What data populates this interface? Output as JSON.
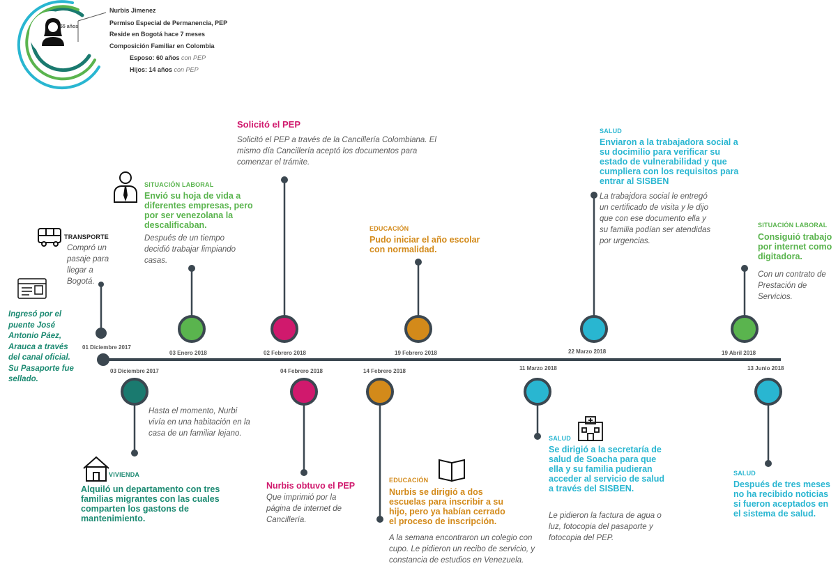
{
  "colors": {
    "green": "#5ab44e",
    "magenta": "#d0196d",
    "orange": "#d38a1a",
    "cyan": "#29b6d1",
    "teal": "#1a7a6f",
    "teal_text": "#1c8a72",
    "axis": "#3b4750"
  },
  "profile": {
    "age": "55 años",
    "name": "Nurbis Jimenez",
    "permit": "Permiso Especial de Permanencia, PEP",
    "residence": "Reside en Bogotá hace 7 meses",
    "family_title": "Composición Familiar en Colombia",
    "spouse": "Esposo: 60 años",
    "spouse_note": "con PEP",
    "children": "Hijos: 14 años",
    "children_note": "con PEP"
  },
  "events": {
    "entry": {
      "date": "01 Diciembre 2017",
      "body": "Ingresó por el puente José Antonio Páez, Arauca a través del canal oficial. Su Pasaporte fue sellado."
    },
    "transport": {
      "category": "TRANSPORTE",
      "body": "Compró un pasaje para llegar a Bogotá."
    },
    "housing": {
      "date": "03 Diciembre 2017",
      "body": "Hasta el momento, Nurbi vivía en una habitación en la casa de un familiar lejano.",
      "category": "VIVIENDA",
      "headline": "Alquiló un departamento con tres familias migrantes con las cuales comparten los gastons de mantenimiento."
    },
    "work1": {
      "date": "03 Enero 2018",
      "category": "SITUACIÓN LABORAL",
      "headline": "Envió su hoja de vida a diferentes empresas, pero por ser venezolana la descalificaban.",
      "body": "Después de un tiempo decidió trabajar limpiando casas."
    },
    "pep_request": {
      "date": "02 Febrero 2018",
      "headline": "Solicitó el PEP",
      "body": "Solicitó el PEP a través de la Cancillería Colombiana. El mismo día Cancillería aceptó los documentos para comenzar el trámite."
    },
    "pep_obtained": {
      "date": "04 Febrero 2018",
      "headline": "Nurbis obtuvo el PEP",
      "body": "Que imprimió por la página de internet de Cancillería."
    },
    "school_search": {
      "date": "14 Febrero 2018",
      "category": "EDUCACIÓN",
      "headline": "Nurbis se dirigió a dos escuelas para inscribir a su hijo, pero ya habían cerrado el proceso de inscripción.",
      "body": "A la semana encontraron un colegio con cupo. Le pidieron un recibo de servicio, y constancia de estudios en Venezuela."
    },
    "school_start": {
      "date": "19 Febrero 2018",
      "category": "EDUCACIÓN",
      "headline": "Pudo iniciar el año escolar con normalidad."
    },
    "health1": {
      "date": "11 Marzo 2018",
      "category": "SALUD",
      "headline": "Se dirigió a la secretaría de salud de Soacha para que ella y su familia pudieran acceder al servicio de salud a través del SISBEN.",
      "body": "Le pidieron la factura de agua o luz, fotocopia del pasaporte y fotocopia del PEP."
    },
    "health2": {
      "date": "22 Marzo 2018",
      "category": "SALUD",
      "headline": "Enviaron a la trabajadora social a su docimilio para verificar su estado de vulnerabilidad y que cumpliera con los requisitos para entrar al SISBEN",
      "body": "La trabajdora social le entregó un certificado de visita y le dijo que con ese documento ella y su familia podían ser atendidas por urgencias."
    },
    "work2": {
      "date": "19 Abril 2018",
      "category": "SITUACIÓN LABORAL",
      "headline": "Consiguió trabajo por internet como digitadora.",
      "body": "Con un contrato de Prestación de Servicios."
    },
    "health3": {
      "date": "13 Junio 2018",
      "category": "SALUD",
      "headline": "Después de tres meses no ha recibido noticias si fueron aceptados en el sistema de salud."
    }
  }
}
